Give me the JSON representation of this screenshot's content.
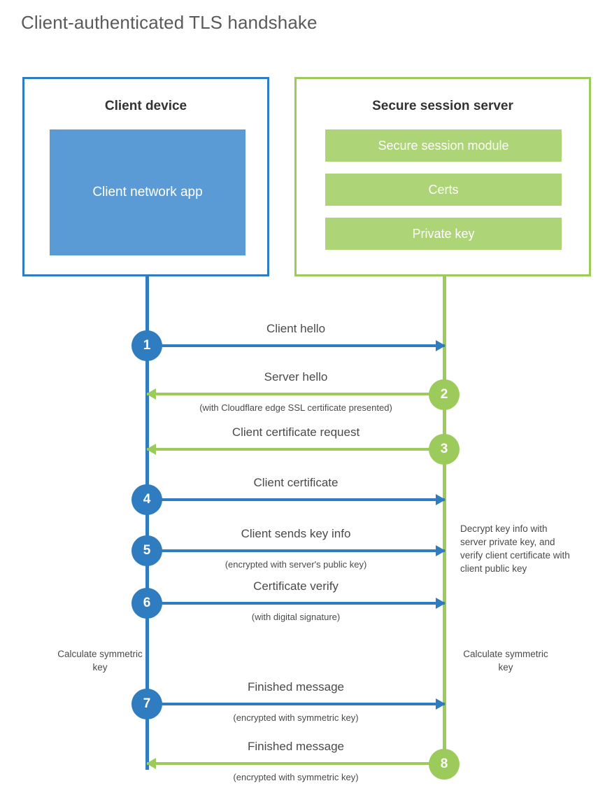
{
  "title": "Client-authenticated TLS handshake",
  "colors": {
    "blue_line": "#2f7cc0",
    "blue_fill": "#5b9bd5",
    "green_line": "#9ccb5b",
    "green_fill": "#aed478",
    "text": "#4a4a4a",
    "heading": "#333333"
  },
  "parties": {
    "client": {
      "title": "Client device",
      "app_label": "Client network app"
    },
    "server": {
      "title": "Secure session server",
      "modules": [
        "Secure session module",
        "Certs",
        "Private key"
      ]
    }
  },
  "steps": [
    {
      "number": "1",
      "label": "Client hello",
      "sublabel": "",
      "direction": "client-to-server",
      "color": "blue"
    },
    {
      "number": "2",
      "label": "Server hello",
      "sublabel": "(with Cloudflare edge SSL certificate presented)",
      "direction": "server-to-client",
      "color": "green"
    },
    {
      "number": "3",
      "label": "Client certificate request",
      "sublabel": "",
      "direction": "server-to-client",
      "color": "green"
    },
    {
      "number": "4",
      "label": "Client certificate",
      "sublabel": "",
      "direction": "client-to-server",
      "color": "blue"
    },
    {
      "number": "5",
      "label": "Client sends key info",
      "sublabel": "(encrypted with server's public key)",
      "direction": "client-to-server",
      "color": "blue"
    },
    {
      "number": "6",
      "label": "Certificate verify",
      "sublabel": "(with digital signature)",
      "direction": "client-to-server",
      "color": "blue"
    },
    {
      "number": "7",
      "label": "Finished message",
      "sublabel": "(encrypted with symmetric key)",
      "direction": "client-to-server",
      "color": "blue"
    },
    {
      "number": "8",
      "label": "Finished message",
      "sublabel": "(encrypted with symmetric key)",
      "direction": "server-to-client",
      "color": "green"
    }
  ],
  "annotations": {
    "server_decrypt": "Decrypt key info with server private key, and verify client certificate with client public key",
    "client_calculate": "Calculate symmetric key",
    "server_calculate": "Calculate symmetric key"
  }
}
